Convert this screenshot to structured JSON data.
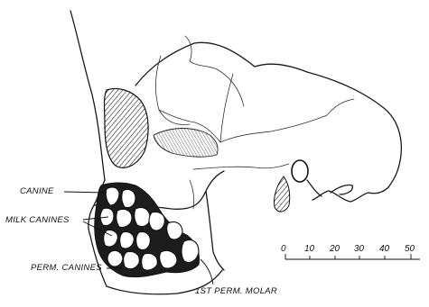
{
  "labels": {
    "canine": "CANINE",
    "milk_canines": "MILK CANINES",
    "perm_canines": "PERM. CANINES",
    "first_perm_molar": "1ST PERM. MOLAR"
  },
  "scale": {
    "ticks": [
      "0",
      "10",
      "20",
      "30",
      "40",
      "50"
    ]
  }
}
